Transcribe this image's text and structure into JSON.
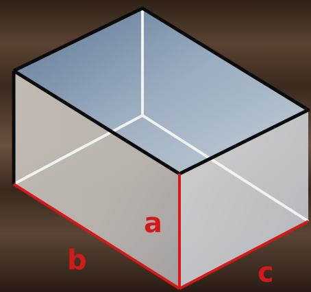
{
  "labels": {
    "height": "a",
    "length": "b",
    "width": "c"
  },
  "colors": {
    "background_wood": "#3a2a20",
    "edge_black": "#0b0b0b",
    "edge_red": "#d11a1a",
    "hidden_edge_white": "#f2f2f2"
  }
}
